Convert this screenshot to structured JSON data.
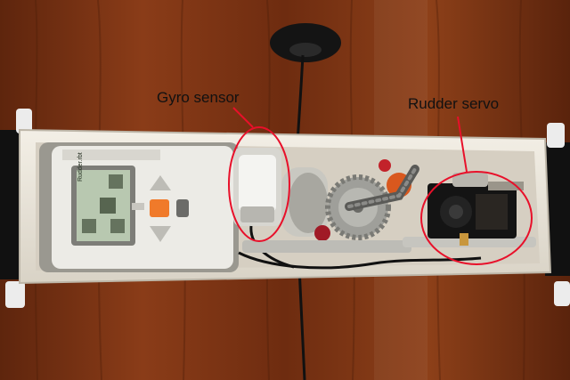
{
  "annotations": {
    "gyro": "Gyro sensor",
    "rudder": "Rudder servo"
  },
  "screen_text": {
    "filename": "Rudder.rbt"
  },
  "colors": {
    "wood": "#7a3212",
    "annotation": "#e8102a",
    "brick": "#e2e2dc",
    "orange_button": "#f07a2a",
    "lcd": "#b8c8b0"
  }
}
